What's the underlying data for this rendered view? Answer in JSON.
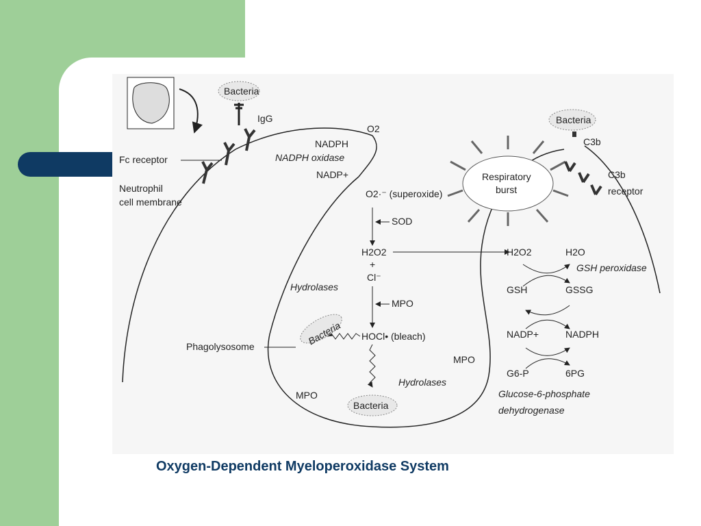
{
  "slide": {
    "caption": "Oxygen-Dependent Myeloperoxidase System",
    "colors": {
      "green_panel": "#9ecf98",
      "navy_accent": "#0f3a63"
    }
  },
  "diagram": {
    "labels": {
      "bacteria_igg": "Bacteria",
      "igg": "IgG",
      "fc_receptor": "Fc receptor",
      "neutrophil": "Neutrophil",
      "cell_membrane": "cell membrane",
      "o2": "O2",
      "nadph": "NADPH",
      "nadph_oxidase": "NADPH oxidase",
      "nadp_plus": "NADP+",
      "superoxide": "O2·⁻ (superoxide)",
      "sod": "SOD",
      "h2o2": "H2O2",
      "plus": "+",
      "cl": "Cl⁻",
      "hydrolases_1": "Hydrolases",
      "mpo_arrow": "MPO",
      "hocl": "HOCl• (bleach)",
      "bacteria_left": "Bacteria",
      "phagolysosome": "Phagolysosome",
      "mpo_right": "MPO",
      "hydrolases_2": "Hydrolases",
      "mpo_left": "MPO",
      "bacteria_bottom": "Bacteria",
      "bacteria_c3b": "Bacteria",
      "c3b": "C3b",
      "c3b_receptor_1": "C3b",
      "c3b_receptor_2": "receptor",
      "respiratory_1": "Respiratory",
      "respiratory_2": "burst",
      "h2o2_right": "H2O2",
      "h2o": "H2O",
      "gsh_peroxidase": "GSH peroxidase",
      "gsh": "GSH",
      "gssg": "GSSG",
      "nadp_plus_right": "NADP+",
      "nadph_right": "NADPH",
      "g6p": "G6-P",
      "six_pg": "6PG",
      "g6pd_1": "Glucose-6-phosphate",
      "g6pd_2": "dehydrogenase"
    }
  }
}
